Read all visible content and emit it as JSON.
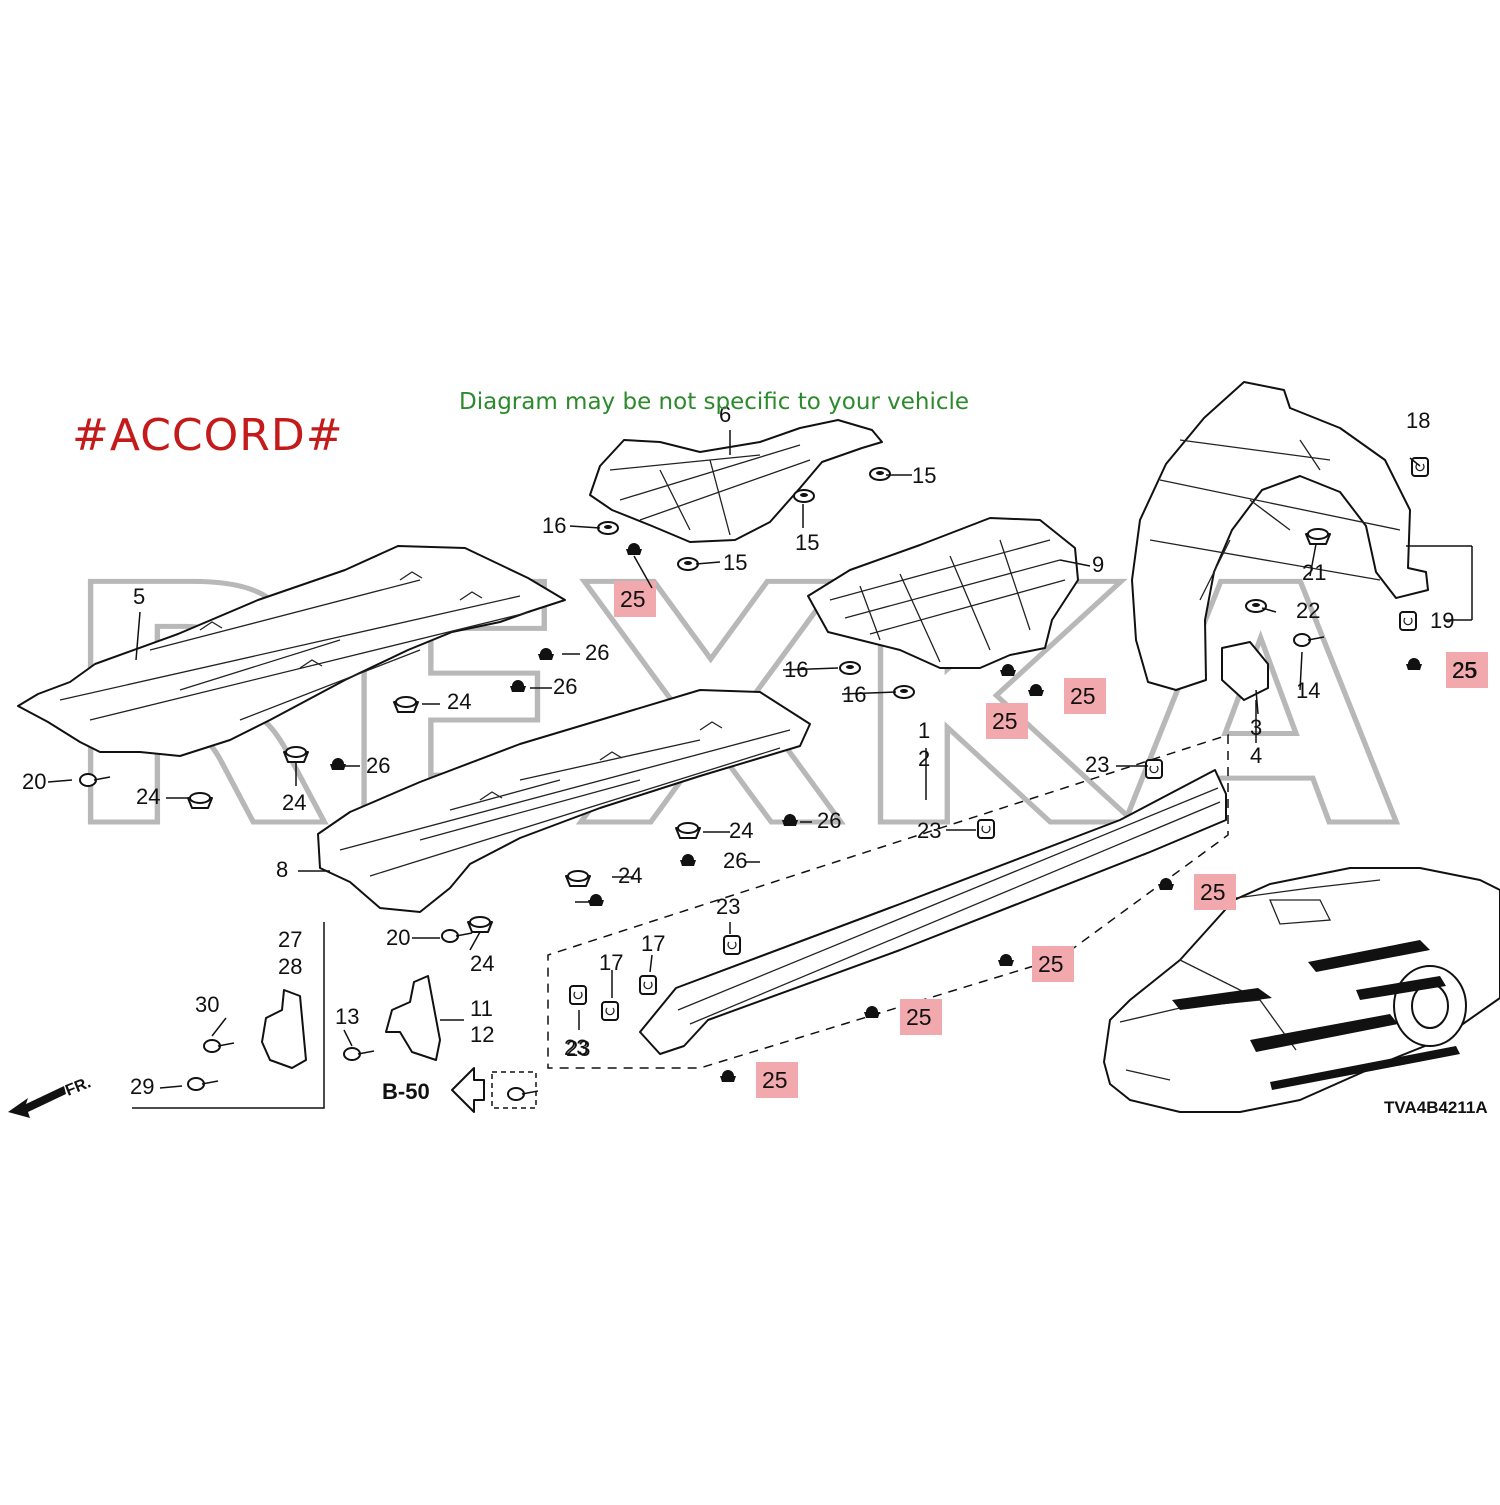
{
  "header": {
    "title": "#ACCORD#",
    "notice": "Diagram may be not specific to your vehicle",
    "watermark": "REXKA",
    "diagram_code": "TVA4B4211A"
  },
  "colors": {
    "title": "#c41a1a",
    "notice": "#2c8a2c",
    "highlight": "#f2a9ae",
    "watermark": "#b8b8b8"
  },
  "reference": {
    "label": "B-50",
    "direction": "FR."
  },
  "callouts": [
    "1",
    "2",
    "3",
    "4",
    "5",
    "6",
    "8",
    "9",
    "11",
    "12",
    "13",
    "14",
    "15",
    "15",
    "15",
    "16",
    "16",
    "16",
    "17",
    "17",
    "18",
    "19",
    "20",
    "20",
    "21",
    "22",
    "23",
    "23",
    "23",
    "23",
    "23",
    "24",
    "24",
    "24",
    "24",
    "24",
    "24",
    "24",
    "25",
    "26",
    "26",
    "26",
    "26",
    "26",
    "27",
    "28",
    "29",
    "30"
  ],
  "highlighted_callouts": [
    "25",
    "25",
    "25",
    "25",
    "25",
    "25",
    "25",
    "25",
    "25"
  ]
}
